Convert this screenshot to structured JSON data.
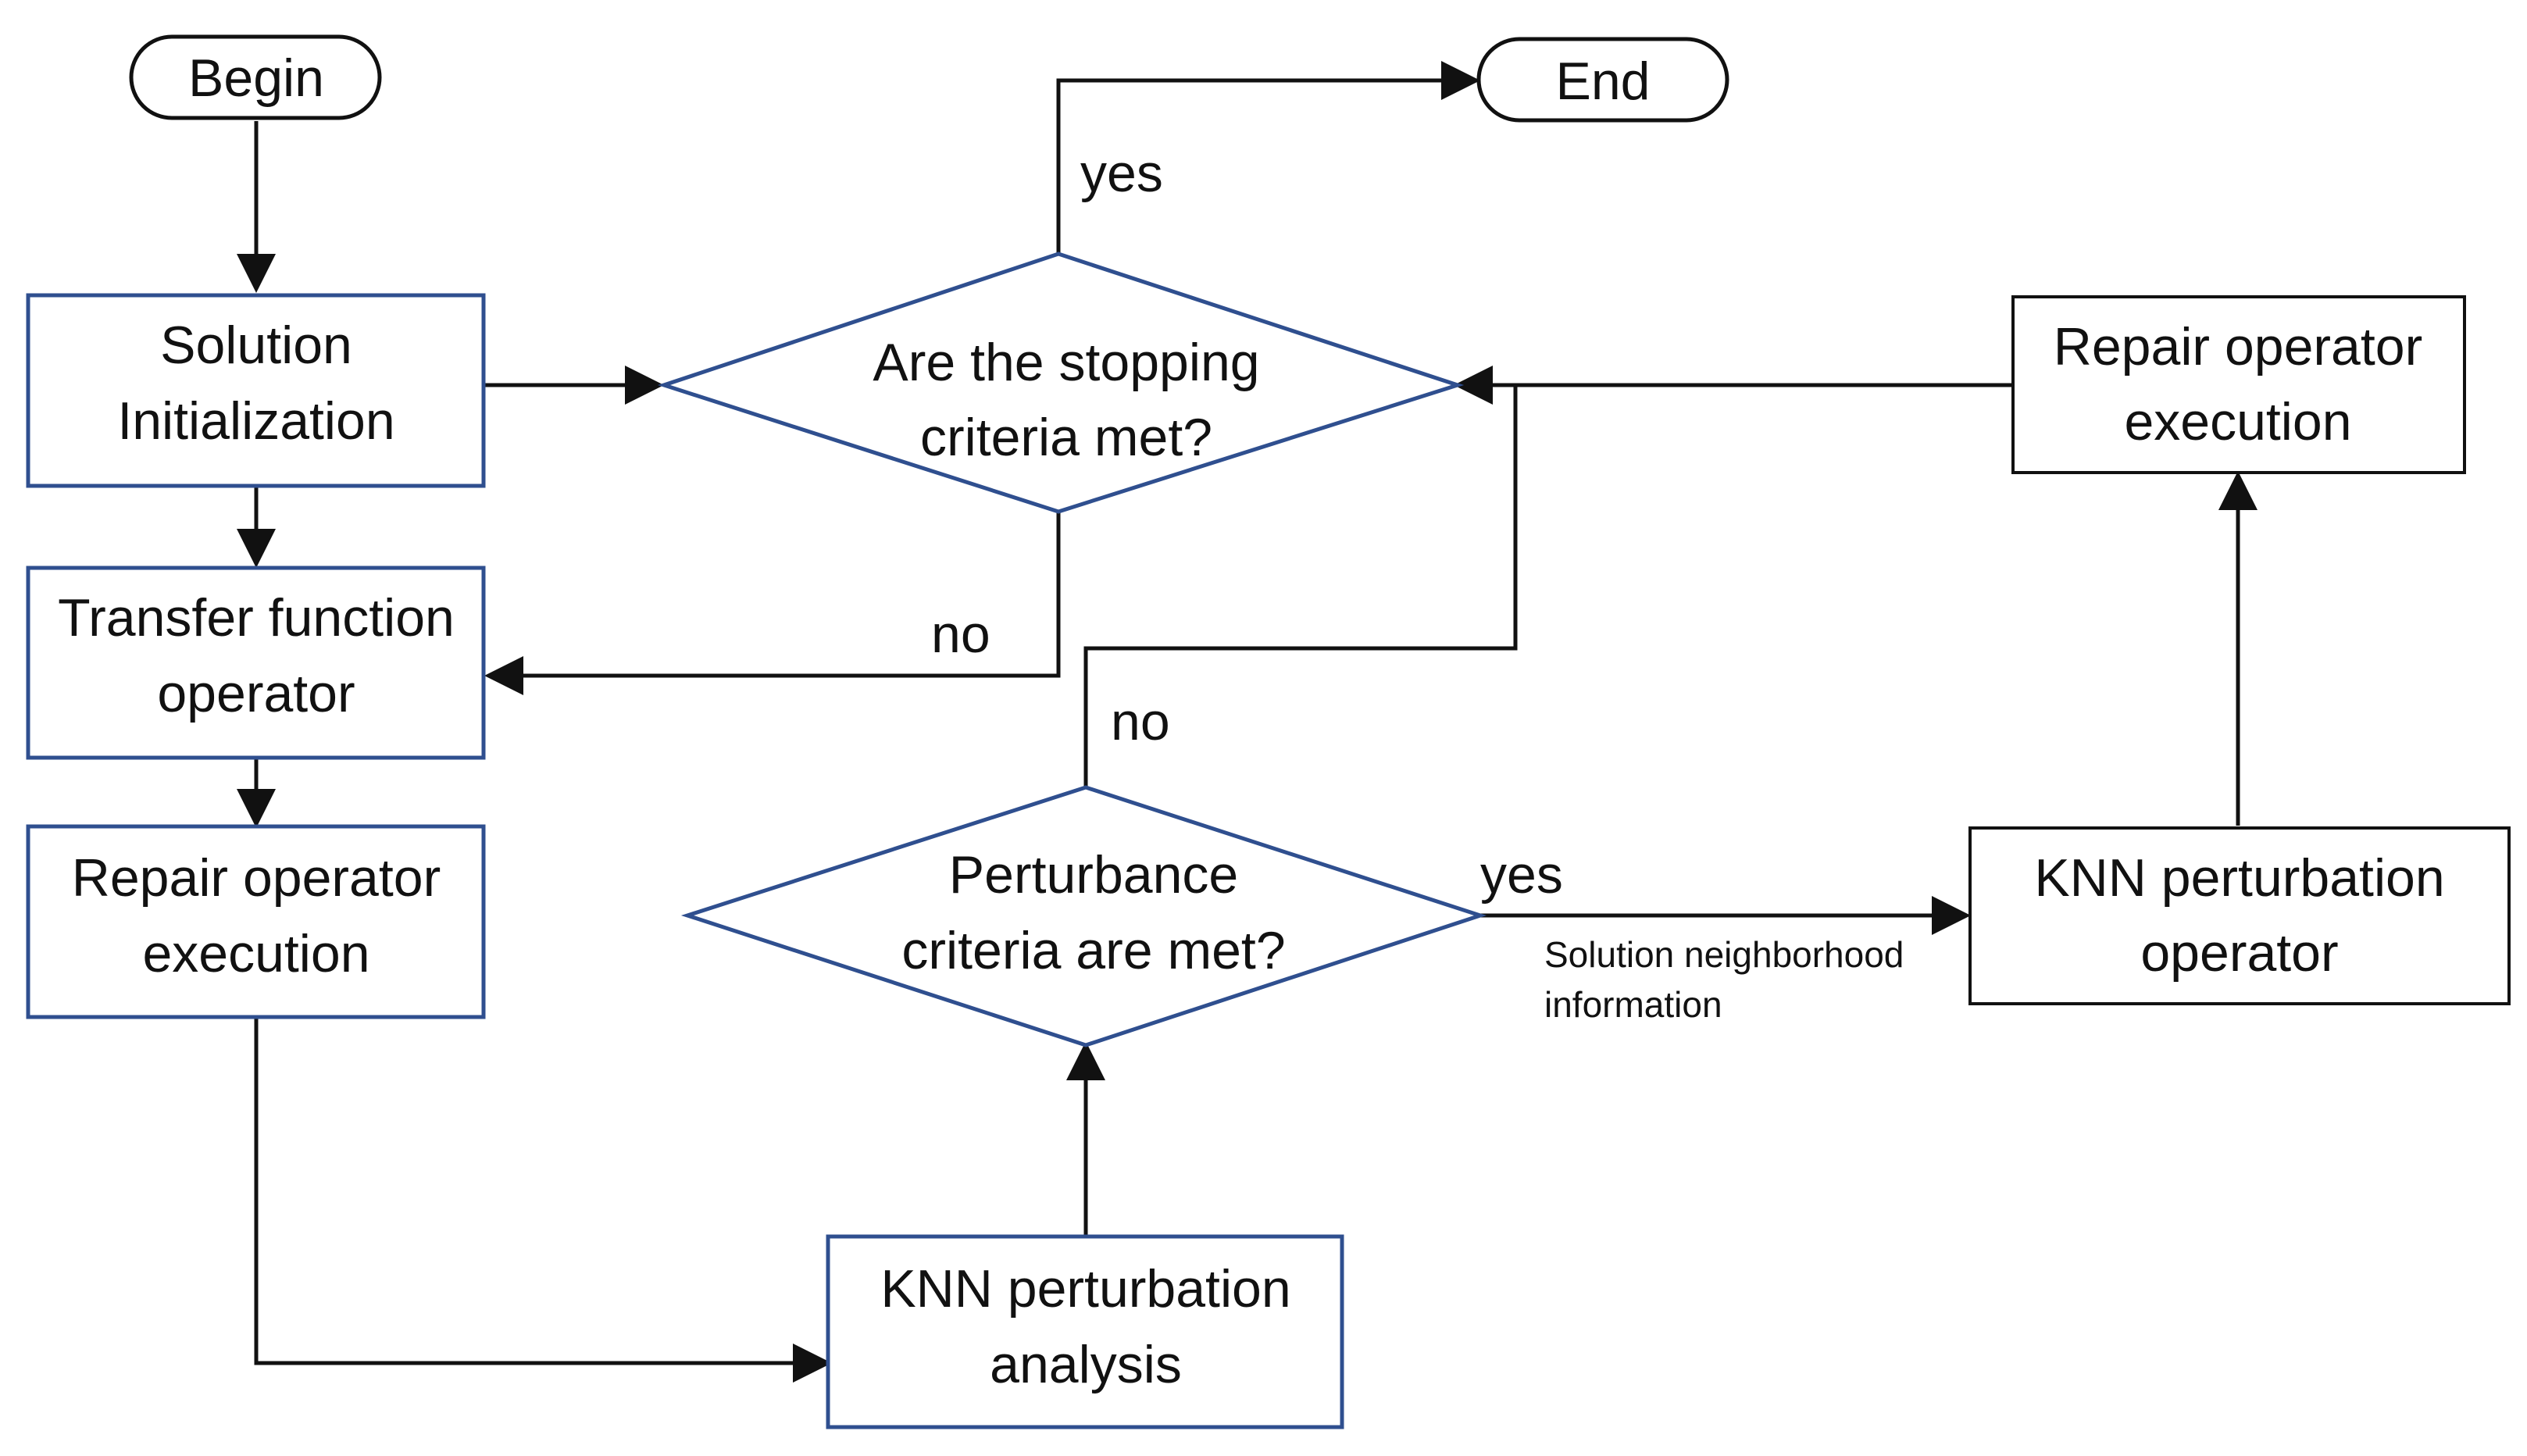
{
  "nodes": {
    "begin": "Begin",
    "end": "End",
    "solution_init": [
      "Solution",
      "Initialization"
    ],
    "transfer_function": [
      "Transfer function",
      "operator"
    ],
    "repair_left": [
      "Repair operator",
      "execution"
    ],
    "knn_analysis": [
      "KNN perturbation",
      "analysis"
    ],
    "stopping_criteria": [
      "Are the stopping",
      "criteria met?"
    ],
    "perturbance_criteria": [
      "Perturbance",
      "criteria are met?"
    ],
    "knn_operator": [
      "KNN perturbation",
      "operator"
    ],
    "repair_right": [
      "Repair operator",
      "execution"
    ]
  },
  "edge_labels": {
    "stop_yes": "yes",
    "stop_no": "no",
    "perturb_no": "no",
    "perturb_yes": "yes",
    "neighborhood_info": [
      "Solution neighborhood",
      "information"
    ]
  },
  "colors": {
    "blue_border": "#2f4f8f",
    "black_border": "#111111"
  }
}
